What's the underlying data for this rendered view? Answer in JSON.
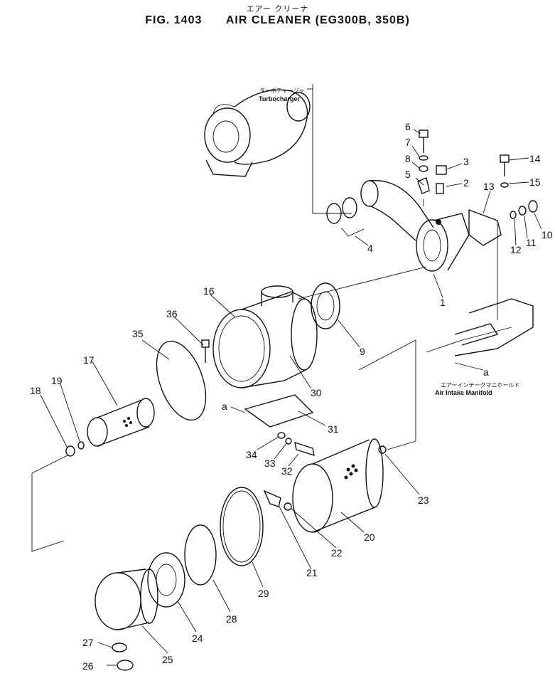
{
  "header": {
    "title_jp": "エアー クリーナ",
    "figure": "FIG. 1403",
    "title": "AIR CLEANER (EG300B, 350B)"
  },
  "labels": {
    "turbocharger_jp": "ターボチャージャ",
    "turbocharger": "Turbocharger",
    "manifold_jp": "エアーインテークマニホールド",
    "manifold": "Air Intake Manifold",
    "ref_a_top": "a",
    "ref_a_bottom": "a"
  },
  "callouts": [
    "1",
    "2",
    "3",
    "4",
    "5",
    "6",
    "7",
    "8",
    "9",
    "10",
    "11",
    "12",
    "13",
    "14",
    "15",
    "16",
    "17",
    "18",
    "19",
    "20",
    "21",
    "22",
    "23",
    "24",
    "25",
    "26",
    "27",
    "28",
    "29",
    "30",
    "31",
    "32",
    "33",
    "34",
    "35",
    "36"
  ]
}
